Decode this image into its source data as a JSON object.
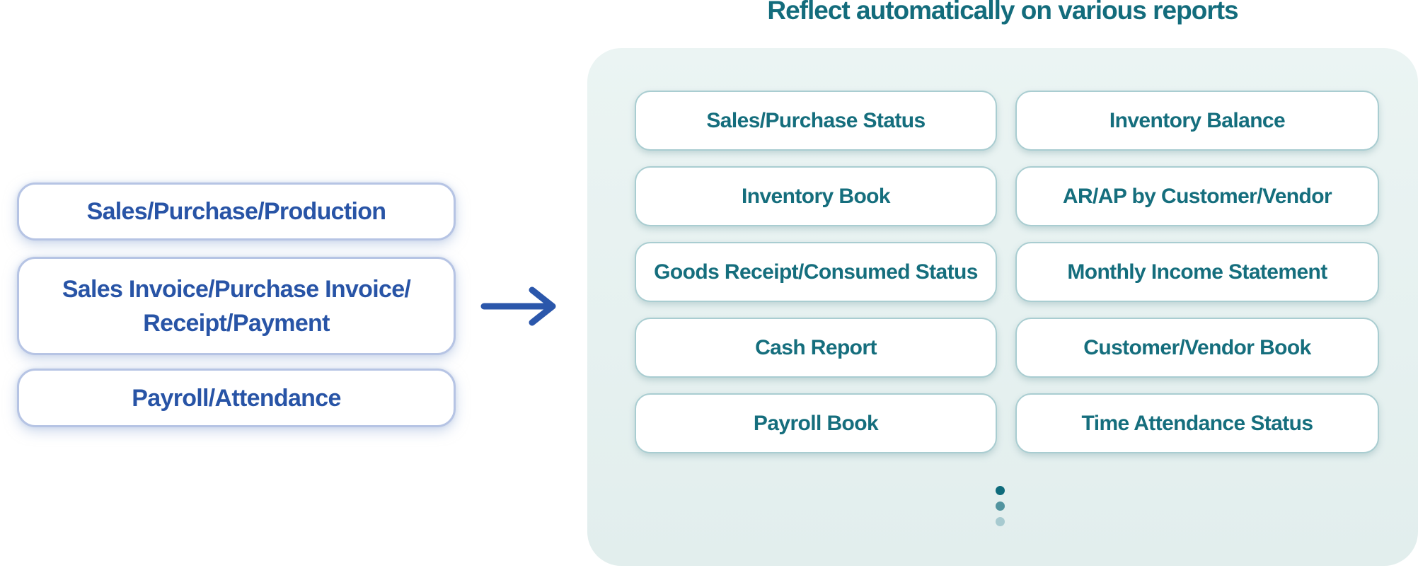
{
  "title": "Reflect automatically on various reports",
  "source_panel": {
    "boxes": [
      {
        "lines": [
          "Sales/Purchase/Production"
        ]
      },
      {
        "lines": [
          "Sales Invoice/Purchase Invoice/",
          "Receipt/Payment"
        ]
      },
      {
        "lines": [
          "Payroll/Attendance"
        ]
      }
    ]
  },
  "arrow": {
    "icon": "right-arrow-icon",
    "color": "#2b57ab"
  },
  "reports_panel": {
    "rows": [
      [
        "Sales/Purchase Status",
        "Inventory Balance"
      ],
      [
        "Inventory Book",
        "AR/AP by Customer/Vendor"
      ],
      [
        "Goods Receipt/Consumed Status",
        "Monthly Income Statement"
      ],
      [
        "Cash Report",
        "Customer/Vendor Book"
      ],
      [
        "Payroll Book",
        "Time Attendance Status"
      ]
    ],
    "ellipsis": {
      "dot_styles": [
        "background:#0e6b7b",
        "background:#52949f",
        "background:#a7cad0"
      ]
    }
  },
  "colors": {
    "title_text": "#136c7c",
    "source_text": "#2854a6",
    "source_border": "#b6c4e4",
    "report_text": "#156e7d",
    "report_border": "#a9cdd1",
    "panel_bg": "#e7f1f0",
    "arrow_blue": "#2b57ab",
    "dot_dark": "#0e6b7b",
    "dot_mid": "#52949f",
    "dot_light": "#a7cad0"
  }
}
